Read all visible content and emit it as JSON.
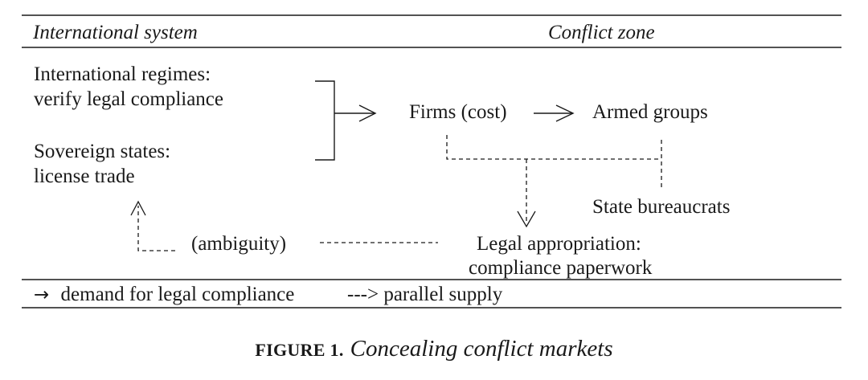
{
  "header": {
    "left": "International system",
    "right": "Conflict zone"
  },
  "nodes": {
    "regimes_line1": "International regimes:",
    "regimes_line2": "verify legal compliance",
    "states_line1": "Sovereign states:",
    "states_line2": "license trade",
    "firms": "Firms (cost)",
    "armed": "Armed groups",
    "bureaucrats": "State bureaucrats",
    "ambiguity": "(ambiguity)",
    "appropriation_line1": "Legal appropriation:",
    "appropriation_line2": "compliance paperwork"
  },
  "legend": {
    "solid_text": "demand for legal compliance",
    "dashed_text": "---> parallel supply"
  },
  "caption": {
    "label": "FIGURE 1.",
    "title": "Concealing conflict markets"
  },
  "icons": {
    "solid_arrow": "right-arrow-icon"
  }
}
